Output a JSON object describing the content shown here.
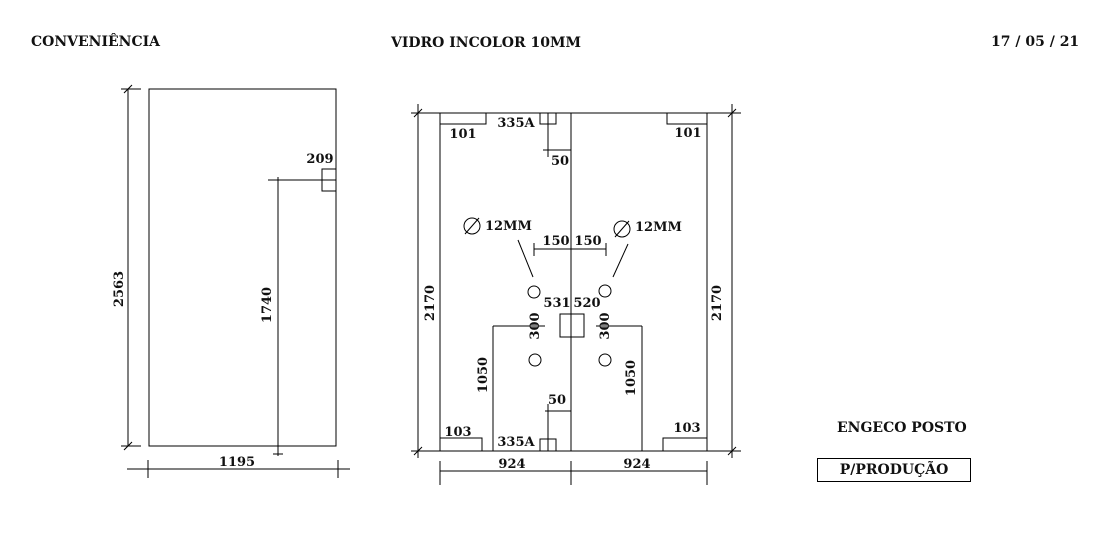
{
  "header": {
    "left": "CONVENIÊNCIA",
    "center": "VIDRO INCOLOR  10MM",
    "date": "17 / 05 / 21"
  },
  "left_panel": {
    "width": "1195",
    "height": "2563",
    "notch_width": "209",
    "notch_height": "1740"
  },
  "door_panel": {
    "height_left": "2170",
    "height_right": "2170",
    "width_left": "924",
    "width_right": "924",
    "top_left_patch": "101",
    "top_right_patch": "101",
    "bottom_left_patch": "103",
    "bottom_right_patch": "103",
    "top_fitting": "335A",
    "top_fitting_offset": "50",
    "bottom_fitting": "335A",
    "bottom_fitting_offset": "50",
    "hole_left_label": "12MM",
    "hole_right_label": "12MM",
    "hole_spacing_left": "150",
    "hole_spacing_right": "150",
    "lock_left": "531",
    "lock_right": "520",
    "handle_left_spacing": "300",
    "handle_right_spacing": "300",
    "handle_left_height": "1050",
    "handle_right_height": "1050"
  },
  "footer": {
    "client": "ENGECO POSTO",
    "status": "P/PRODUÇÃO"
  }
}
